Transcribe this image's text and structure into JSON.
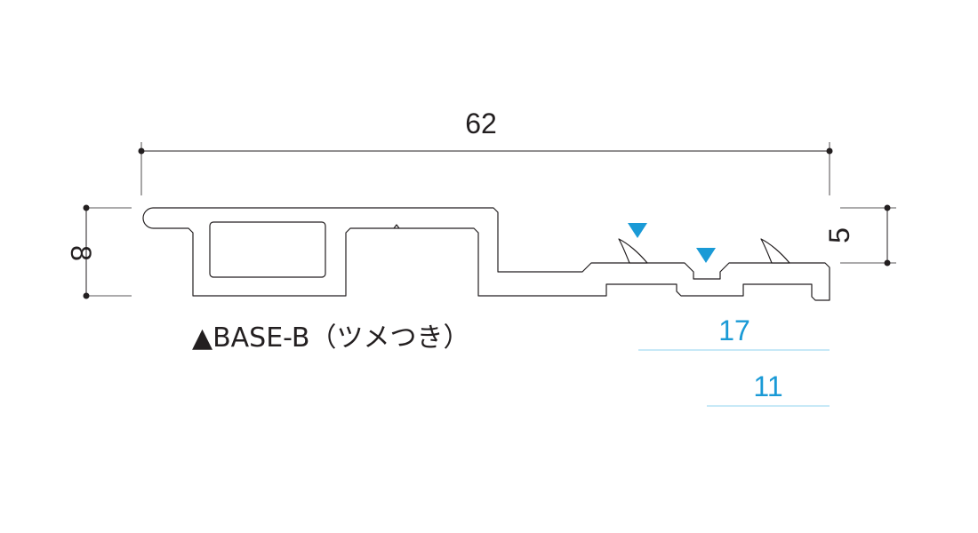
{
  "colors": {
    "line": "#231f20",
    "accent": "#1a9ad6",
    "accent_line": "#8fd3ef"
  },
  "dimensions": {
    "overall_width": "62",
    "height": "8",
    "right_height": "5",
    "blue_upper": "17",
    "blue_lower": "11"
  },
  "caption": "▲BASE-B（ツメつき）",
  "markers": [
    "triangle-down-marker",
    "triangle-down-marker"
  ]
}
